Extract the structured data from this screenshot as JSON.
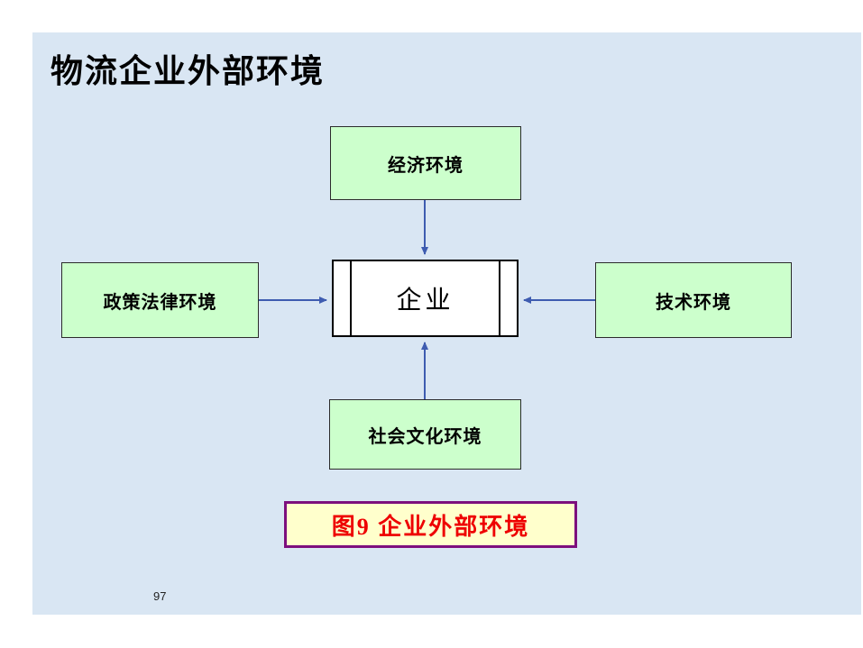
{
  "slide": {
    "title": "物流企业外部环境",
    "page_number": "97"
  },
  "diagram": {
    "center": {
      "label": "企业"
    },
    "nodes": {
      "top": {
        "label": "经济环境"
      },
      "left": {
        "label": "政策法律环境"
      },
      "right": {
        "label": "技术环境"
      },
      "bottom": {
        "label": "社会文化环境"
      }
    },
    "caption": "图9  企业外部环境"
  },
  "colors": {
    "slide_background": "#d9e6f3",
    "node_fill": "#ccffcc",
    "node_border": "#2b2b2b",
    "center_fill": "#ffffff",
    "center_border": "#000000",
    "arrow": "#3e5cb0",
    "caption_fill": "#ffffcc",
    "caption_border": "#7d0f7d",
    "caption_text": "#ee0000",
    "title_text": "#000000"
  }
}
